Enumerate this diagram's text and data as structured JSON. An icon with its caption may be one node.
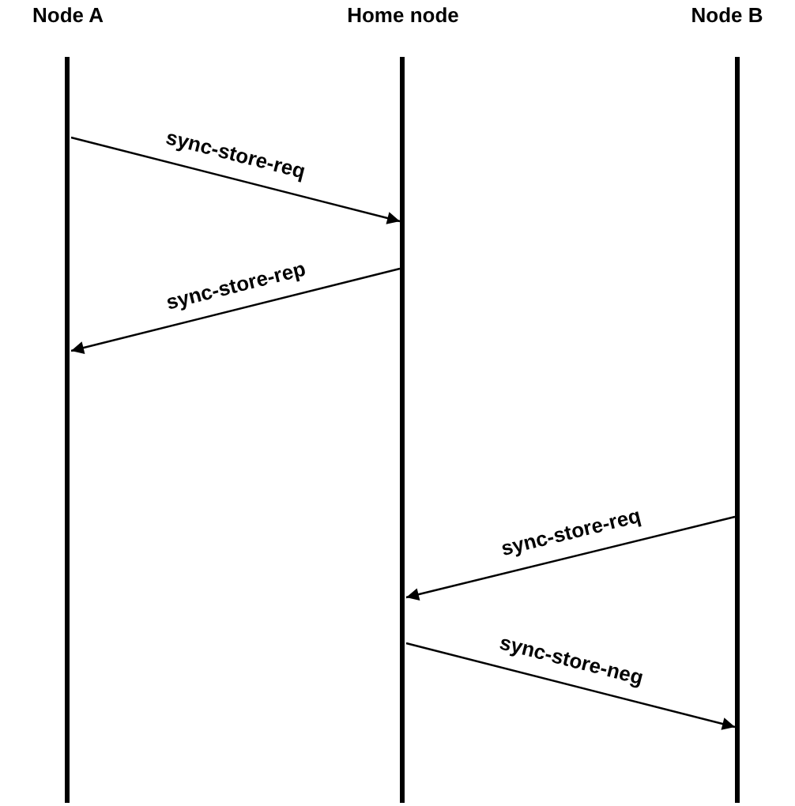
{
  "diagram": {
    "nodes": [
      {
        "text": [
          "Node A"
        ]
      },
      {
        "text": [
          "Home node"
        ]
      },
      {
        "text": [
          "Node B"
        ]
      }
    ],
    "edges": [
      {
        "from": 0,
        "to": 1,
        "arrow": "to",
        "label": "sync-store-req"
      },
      {
        "from": 1,
        "to": 0,
        "arrow": "to",
        "label": "sync-store-rep"
      },
      {
        "from": 2,
        "to": 1,
        "arrow": "to",
        "label": "sync-store-req"
      },
      {
        "from": 1,
        "to": 2,
        "arrow": "to",
        "label": "sync-store-neg"
      }
    ]
  }
}
